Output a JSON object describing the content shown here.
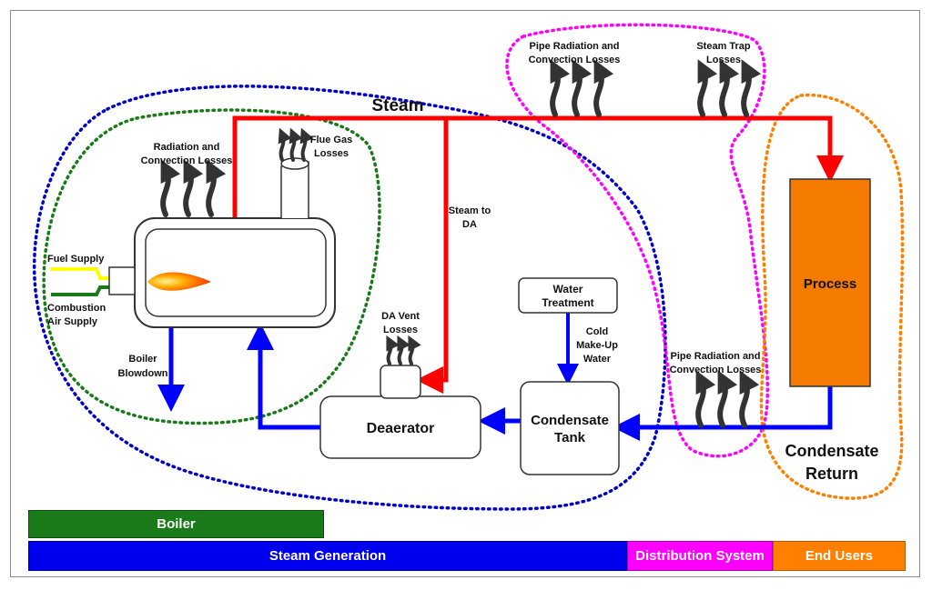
{
  "colors": {
    "steam": "#ff0000",
    "water": "#0000ff",
    "boiler_zone": "#1a7a1a",
    "generation_zone": "#0000cc",
    "distribution_zone": "#ff00ff",
    "end_users_zone": "#ff7f00",
    "process_fill": "#f47b00",
    "heat_arrow": "#333333"
  },
  "labels": {
    "steam": "Steam",
    "radiation_convection_1": "Radiation and",
    "radiation_convection_2": "Convection Losses",
    "flue_gas_1": "Flue Gas",
    "flue_gas_2": "Losses",
    "pipe_rad_top_1": "Pipe Radiation and",
    "pipe_rad_top_2": "Convection Losses",
    "steam_trap_1": "Steam Trap",
    "steam_trap_2": "Losses",
    "steam_to_da_1": "Steam to",
    "steam_to_da_2": "DA",
    "fuel_supply": "Fuel Supply",
    "combustion_air_1": "Combustion",
    "combustion_air_2": "Air Supply",
    "boiler_blowdown_1": "Boiler",
    "boiler_blowdown_2": "Blowdown",
    "da_vent_1": "DA Vent",
    "da_vent_2": "Losses",
    "water_treatment_1": "Water",
    "water_treatment_2": "Treatment",
    "cold_makeup_1": "Cold",
    "cold_makeup_2": "Make-Up",
    "cold_makeup_3": "Water",
    "pipe_rad_bottom_1": "Pipe Radiation and",
    "pipe_rad_bottom_2": "Convection Losses",
    "process": "Process",
    "deaerator": "Deaerator",
    "condensate_tank_1": "Condensate",
    "condensate_tank_2": "Tank",
    "condensate_return_1": "Condensate",
    "condensate_return_2": "Return"
  },
  "legend": {
    "boiler": "Boiler",
    "steam_generation": "Steam Generation",
    "distribution_system": "Distribution System",
    "end_users": "End Users"
  }
}
